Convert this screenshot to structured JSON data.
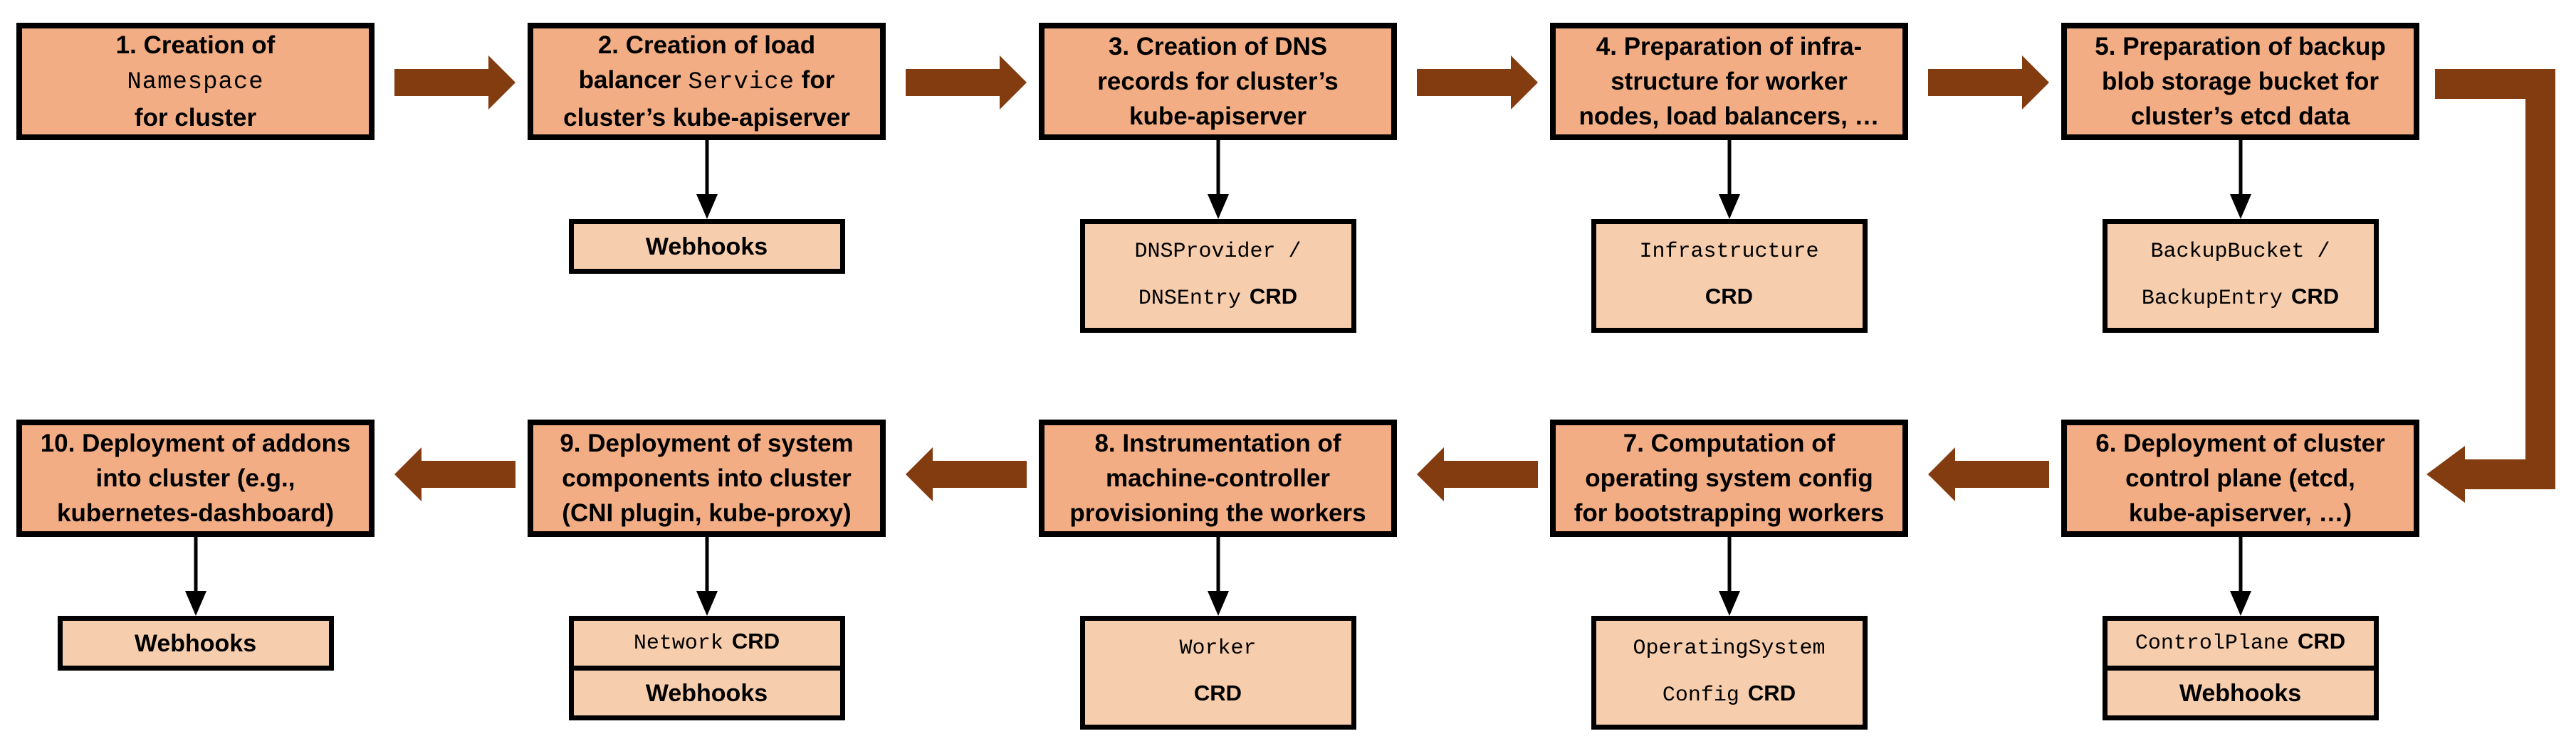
{
  "colors": {
    "main_box_fill": "#F2AD84",
    "sub_box_fill": "#F7CEAD",
    "arrow_brown": "#833B10",
    "border_black": "#000000",
    "background": "#FFFFFF"
  },
  "steps": [
    {
      "lines": [
        [
          {
            "t": "1. Creation of"
          }
        ],
        [
          {
            "t": "Namespace",
            "mono": true
          }
        ],
        [
          {
            "t": "for cluster"
          }
        ]
      ],
      "subs": []
    },
    {
      "lines": [
        [
          {
            "t": "2. Creation of load"
          }
        ],
        [
          {
            "t": "balancer "
          },
          {
            "t": "Service",
            "mono": true
          },
          {
            "t": " for"
          }
        ],
        [
          {
            "t": "cluster’s kube-apiserver"
          }
        ]
      ],
      "subs": [
        {
          "label": "Webhooks"
        }
      ]
    },
    {
      "lines": [
        [
          {
            "t": "3. Creation of DNS"
          }
        ],
        [
          {
            "t": "records for cluster’s"
          }
        ],
        [
          {
            "t": "kube-apiserver"
          }
        ]
      ],
      "subs": [
        {
          "lines": [
            {
              "mono": "DNSProvider /"
            },
            {
              "mono": "DNSEntry",
              "bold": "CRD"
            }
          ]
        }
      ]
    },
    {
      "lines": [
        [
          {
            "t": "4. Preparation of infra-"
          }
        ],
        [
          {
            "t": "structure for worker"
          }
        ],
        [
          {
            "t": "nodes, load balancers, …"
          }
        ]
      ],
      "subs": [
        {
          "lines": [
            {
              "mono": "Infrastructure"
            },
            {
              "bold": "CRD"
            }
          ]
        }
      ]
    },
    {
      "lines": [
        [
          {
            "t": "5. Preparation of backup"
          }
        ],
        [
          {
            "t": "blob storage bucket for"
          }
        ],
        [
          {
            "t": "cluster’s etcd data"
          }
        ]
      ],
      "subs": [
        {
          "lines": [
            {
              "mono": "BackupBucket /"
            },
            {
              "mono": "BackupEntry",
              "bold": "CRD"
            }
          ]
        }
      ]
    },
    {
      "lines": [
        [
          {
            "t": "6. Deployment of cluster"
          }
        ],
        [
          {
            "t": "control plane (etcd,"
          }
        ],
        [
          {
            "t": "kube-apiserver, …)"
          }
        ]
      ],
      "subs": [
        {
          "lines": [
            {
              "mono": "ControlPlane",
              "bold": "CRD"
            }
          ]
        },
        {
          "label": "Webhooks"
        }
      ]
    },
    {
      "lines": [
        [
          {
            "t": "7. Computation of"
          }
        ],
        [
          {
            "t": "operating system config"
          }
        ],
        [
          {
            "t": "for bootstrapping workers"
          }
        ]
      ],
      "subs": [
        {
          "lines": [
            {
              "mono": "OperatingSystem"
            },
            {
              "mono": "Config",
              "bold": "CRD"
            }
          ]
        }
      ]
    },
    {
      "lines": [
        [
          {
            "t": "8. Instrumentation of"
          }
        ],
        [
          {
            "t": "machine-controller"
          }
        ],
        [
          {
            "t": "provisioning the workers"
          }
        ]
      ],
      "subs": [
        {
          "lines": [
            {
              "mono": "Worker"
            },
            {
              "bold": "CRD"
            }
          ]
        }
      ]
    },
    {
      "lines": [
        [
          {
            "t": "9. Deployment of system"
          }
        ],
        [
          {
            "t": "components into cluster"
          }
        ],
        [
          {
            "t": "(CNI plugin, kube-proxy)"
          }
        ]
      ],
      "subs": [
        {
          "lines": [
            {
              "mono": "Network",
              "bold": "CRD"
            }
          ]
        },
        {
          "label": "Webhooks"
        }
      ]
    },
    {
      "lines": [
        [
          {
            "t": "10. Deployment of addons"
          }
        ],
        [
          {
            "t": "into cluster (e.g.,"
          }
        ],
        [
          {
            "t": "kubernetes-dashboard)"
          }
        ]
      ],
      "subs": [
        {
          "label": "Webhooks"
        }
      ]
    }
  ]
}
